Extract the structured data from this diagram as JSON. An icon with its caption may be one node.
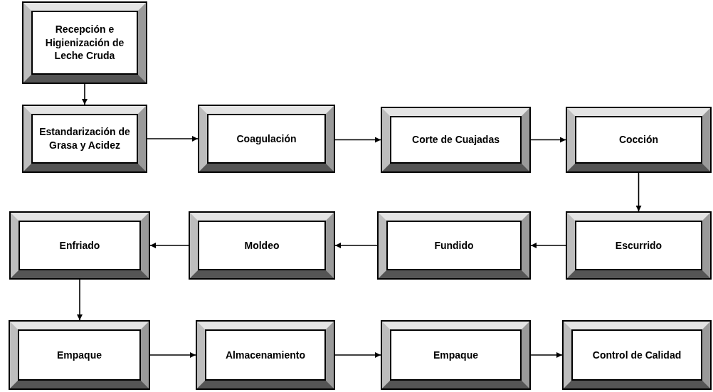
{
  "diagram": {
    "nodes": [
      {
        "text": [
          "Recepción e Higienización de Leche Cruda"
        ]
      },
      {
        "text": [
          "Estandarización de Grasa y Acidez"
        ]
      },
      {
        "text": [
          "Coagulación"
        ]
      },
      {
        "text": [
          "Corte de Cuajadas"
        ]
      },
      {
        "text": [
          "Cocción"
        ]
      },
      {
        "text": [
          "Enfriado"
        ]
      },
      {
        "text": [
          "Moldeo"
        ]
      },
      {
        "text": [
          "Fundido"
        ]
      },
      {
        "text": [
          "Escurrido"
        ]
      },
      {
        "text": [
          "Empaque"
        ]
      },
      {
        "text": [
          "Almacenamiento"
        ]
      },
      {
        "text": [
          "Empaque"
        ]
      },
      {
        "text": [
          "Control de Calidad"
        ]
      }
    ],
    "edges": [
      {
        "from": 0,
        "to": 1,
        "arrow": "to"
      },
      {
        "from": 1,
        "to": 2,
        "arrow": "to"
      },
      {
        "from": 2,
        "to": 3,
        "arrow": "to"
      },
      {
        "from": 3,
        "to": 4,
        "arrow": "to"
      },
      {
        "from": 4,
        "to": 8,
        "arrow": "to"
      },
      {
        "from": 8,
        "to": 7,
        "arrow": "to"
      },
      {
        "from": 7,
        "to": 6,
        "arrow": "to"
      },
      {
        "from": 6,
        "to": 5,
        "arrow": "to"
      },
      {
        "from": 5,
        "to": 9,
        "arrow": "to"
      },
      {
        "from": 9,
        "to": 10,
        "arrow": "to"
      },
      {
        "from": 10,
        "to": 11,
        "arrow": "to"
      },
      {
        "from": 11,
        "to": 12,
        "arrow": "to"
      }
    ]
  }
}
